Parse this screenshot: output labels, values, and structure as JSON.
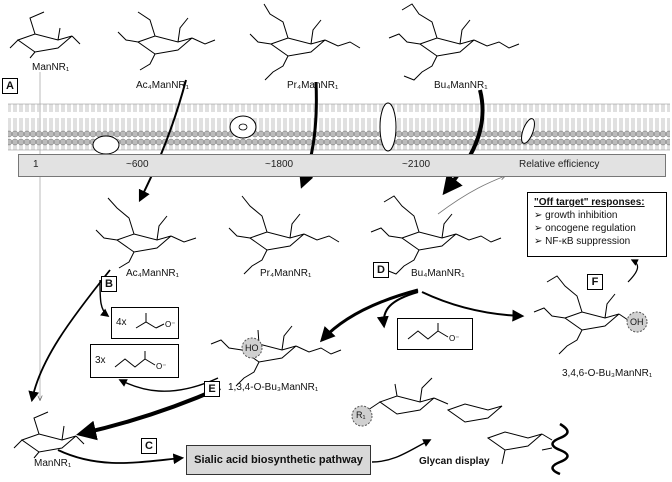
{
  "compounds": {
    "man_top": "ManNR₁",
    "ac4_top": "Ac₄ManNR₁",
    "pr4_top": "Pr₄ManNR₁",
    "bu4_top": "Bu₄ManNR₁",
    "ac4_in": "Ac₄ManNR₁",
    "pr4_in": "Pr₄ManNR₁",
    "bu4_in": "Bu₄ManNR₁",
    "bu3_134": "1,3,4-O-Bu₃ManNR₁",
    "bu3_346": "3,4,6-O-Bu₃ManNR₁",
    "man_bottom": "ManNR₁"
  },
  "panel_labels": [
    "A",
    "B",
    "C",
    "D",
    "E",
    "F"
  ],
  "efficiency": {
    "values": [
      "1",
      "~600",
      "~1800",
      "~2100"
    ],
    "label": "Relative efficiency"
  },
  "off_target": {
    "title": "\"Off target\" responses:",
    "items": [
      "growth inhibition",
      "oncogene regulation",
      "NF-κB suppression"
    ],
    "bullet": "➢"
  },
  "released": {
    "acetate_mult": "4x",
    "butyrate_mult": "3x"
  },
  "pathway": {
    "sialic": "Sialic acid biosynthetic pathway",
    "glycan": "Glycan display"
  },
  "colors": {
    "membrane": "#c8c8c8",
    "efficiency_bar": "#e2e2e2",
    "sialic_box": "#d8d8d8"
  }
}
